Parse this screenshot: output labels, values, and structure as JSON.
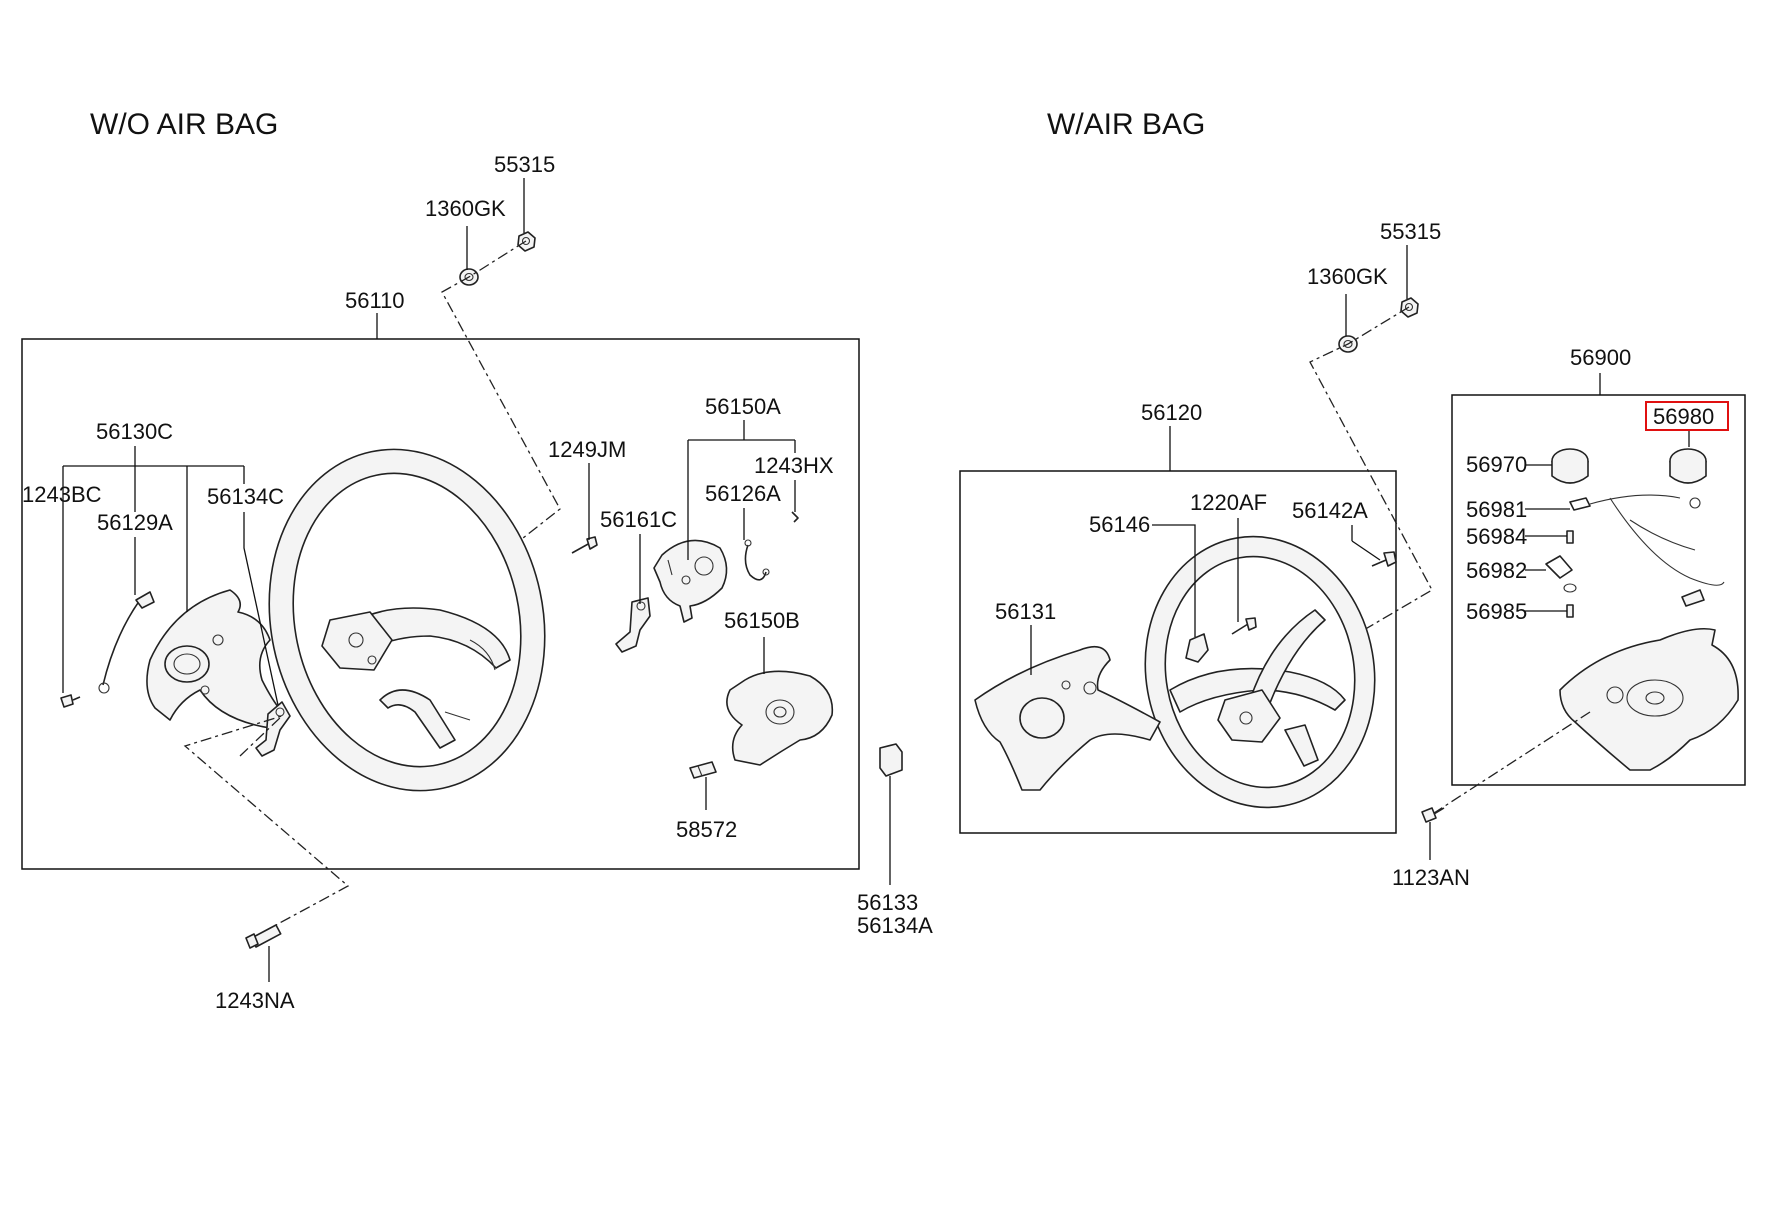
{
  "sections": {
    "without_airbag": "W/O AIR BAG",
    "with_airbag": "W/AIR BAG"
  },
  "highlight_color": "#e01010",
  "labels": {
    "l55315_a": "55315",
    "l1360gk_a": "1360GK",
    "l56110": "56110",
    "l56130c": "56130C",
    "l1243bc": "1243BC",
    "l56129a": "56129A",
    "l56134c": "56134C",
    "l1249jm": "1249JM",
    "l56150a": "56150A",
    "l1243hx": "1243HX",
    "l56126a": "56126A",
    "l56161c": "56161C",
    "l56150b": "56150B",
    "l58572": "58572",
    "l1243na": "1243NA",
    "l56133": "56133",
    "l56134a": "56134A",
    "l55315_b": "55315",
    "l1360gk_b": "1360GK",
    "l56120": "56120",
    "l1220af": "1220AF",
    "l56146": "56146",
    "l56142a": "56142A",
    "l56131": "56131",
    "l56900": "56900",
    "l56980": "56980",
    "l56970": "56970",
    "l56981": "56981",
    "l56984": "56984",
    "l56982": "56982",
    "l56985": "56985",
    "l1123an": "1123AN"
  }
}
